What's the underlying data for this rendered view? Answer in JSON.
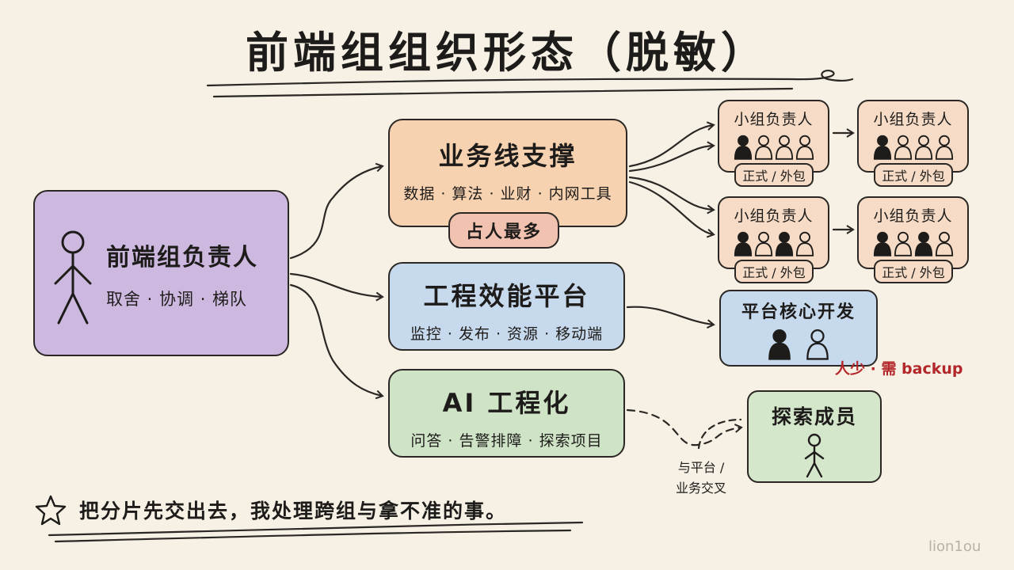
{
  "title": "前端组组织形态（脱敏）",
  "lead": {
    "title": "前端组负责人",
    "duties": "取舍 · 协调 · 梯队"
  },
  "business": {
    "title": "业务线支撑",
    "scope": "数据 · 算法 · 业财 · 内网工具",
    "badge": "占人最多",
    "teams": [
      {
        "title": "小组负责人",
        "members": [
          "leader",
          "member",
          "member",
          "member"
        ],
        "tag": "正式 / 外包"
      },
      {
        "title": "小组负责人",
        "members": [
          "leader",
          "member",
          "member",
          "member"
        ],
        "tag": "正式 / 外包"
      },
      {
        "title": "小组负责人",
        "members": [
          "leader",
          "member",
          "leader",
          "member"
        ],
        "tag": "正式 / 外包"
      },
      {
        "title": "小组负责人",
        "members": [
          "leader",
          "member",
          "leader",
          "member"
        ],
        "tag": "正式 / 外包"
      }
    ]
  },
  "engineering": {
    "title": "工程效能平台",
    "scope": "监控 · 发布 · 资源 · 移动端",
    "core": {
      "title": "平台核心开发",
      "members": [
        "leader",
        "member"
      ]
    },
    "note": "人少 · 需 backup"
  },
  "ai": {
    "title": "AI 工程化",
    "scope": "问答 · 告警排障 · 探索项目",
    "explorers": {
      "title": "探索成员"
    },
    "cross_note": "与平台 /\n业务交叉"
  },
  "motto": "把分片先交出去，我处理跨组与拿不准的事。",
  "brand": "lion1ou",
  "colors": {
    "lead": "#cdb9e0",
    "business": "#f7d2b0",
    "engineering": "#c7d9ec",
    "ai": "#cfe3c6",
    "badge": "#f1c2b0",
    "warning": "#b3262a",
    "background": "#f6f1e4"
  }
}
